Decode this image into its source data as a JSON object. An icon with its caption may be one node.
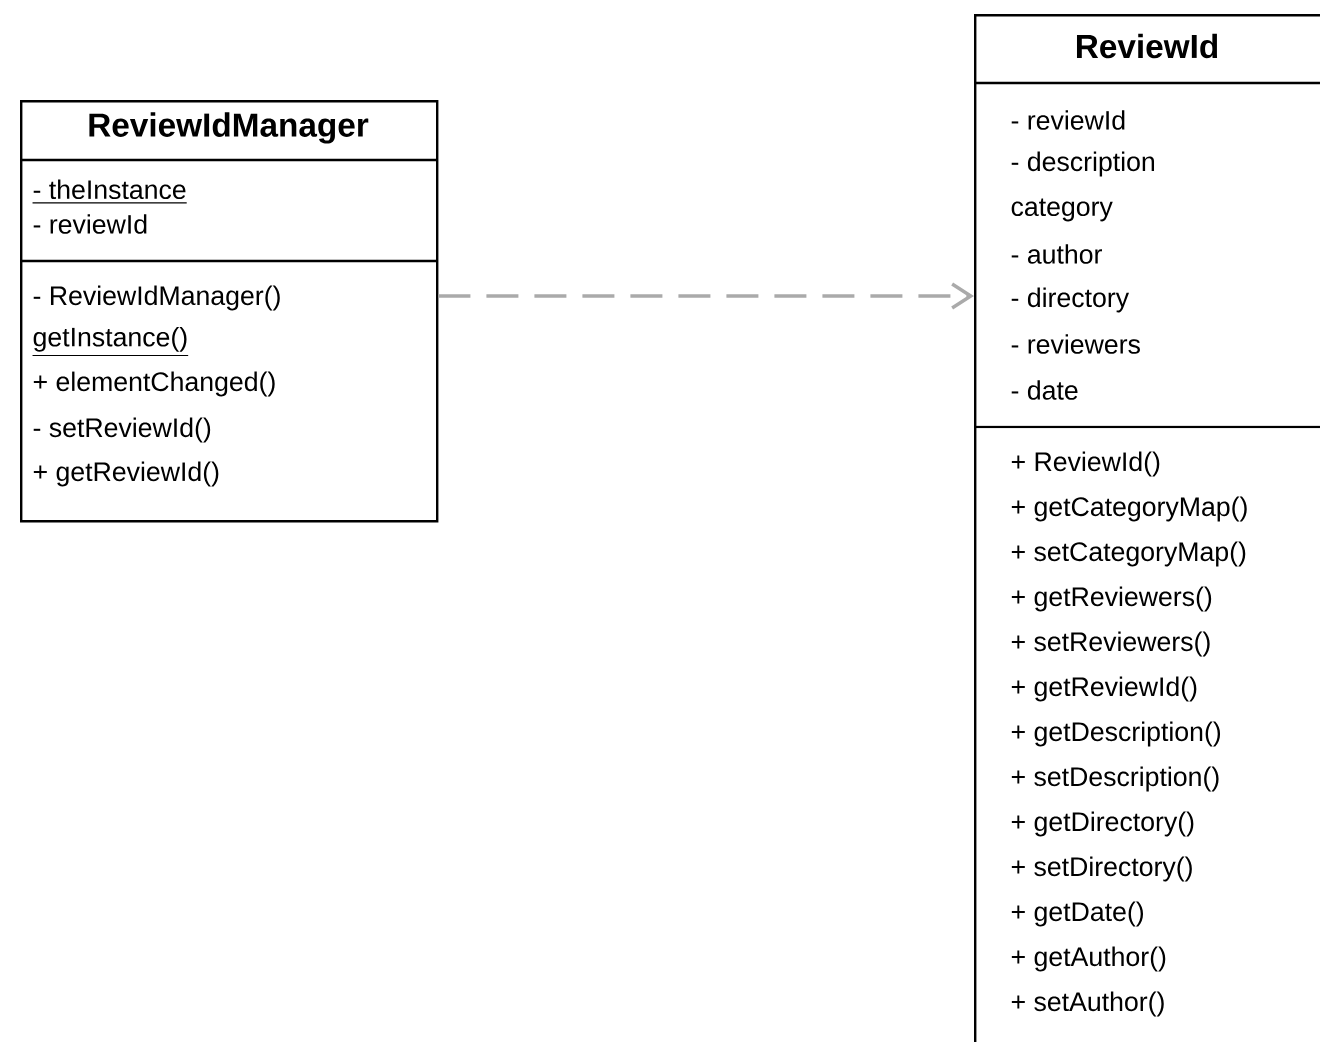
{
  "diagram": {
    "nodes": [
      {
        "text": [
          "ReviewIdManager",
          "- theInstance",
          "- reviewId",
          "- ReviewIdManager()",
          "getInstance()",
          "+ elementChanged()",
          "- setReviewId()",
          "+ getReviewId()"
        ]
      },
      {
        "text": [
          "ReviewId",
          "- reviewId",
          "- description",
          "category",
          "- author",
          "- directory",
          "- reviewers",
          "- date",
          "+ ReviewId()",
          "+ getCategoryMap()",
          "+ setCategoryMap()",
          "+ getReviewers()",
          "+ setReviewers()",
          "+ getReviewId()",
          "+ getDescription()",
          "+ setDescription()",
          "+ getDirectory()",
          "+ setDirectory()",
          "+ getDate()",
          "+ getAuthor()",
          "+ setAuthor()"
        ]
      }
    ],
    "edges": [
      {
        "from": 0,
        "to": 1,
        "arrow": "to",
        "style": "dashed"
      }
    ]
  }
}
